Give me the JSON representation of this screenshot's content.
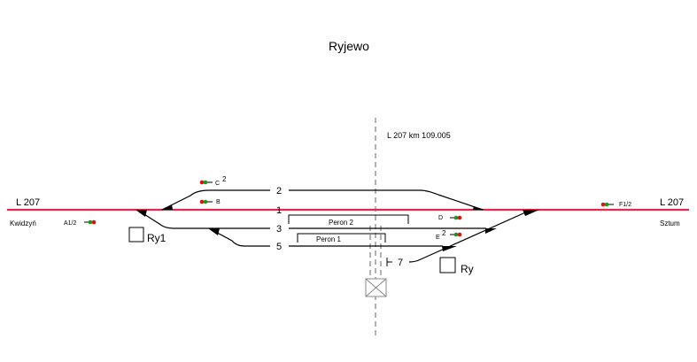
{
  "title": "Ryjewo",
  "line_label_left": "L 207",
  "line_label_right": "L 207",
  "direction_left": "Kwidzyń",
  "direction_right": "Sztum",
  "km_marker": "L 207  km  109.005",
  "tracks": [
    {
      "number": "2"
    },
    {
      "number": "1"
    },
    {
      "number": "3"
    },
    {
      "number": "5"
    },
    {
      "number": "7"
    }
  ],
  "platforms": [
    {
      "name": "Peron 2"
    },
    {
      "name": "Peron 1"
    }
  ],
  "signals": [
    {
      "name": "A1/2"
    },
    {
      "name": "C",
      "sup": "2"
    },
    {
      "name": "B"
    },
    {
      "name": "D"
    },
    {
      "name": "E",
      "sup": "2"
    },
    {
      "name": "F1/2"
    }
  ],
  "signal_boxes": [
    {
      "name": "Ry1"
    },
    {
      "name": "Ry"
    }
  ],
  "colors": {
    "main_line": "#e8284f",
    "signal_red": "#e01010",
    "signal_green": "#1a9a1a"
  }
}
